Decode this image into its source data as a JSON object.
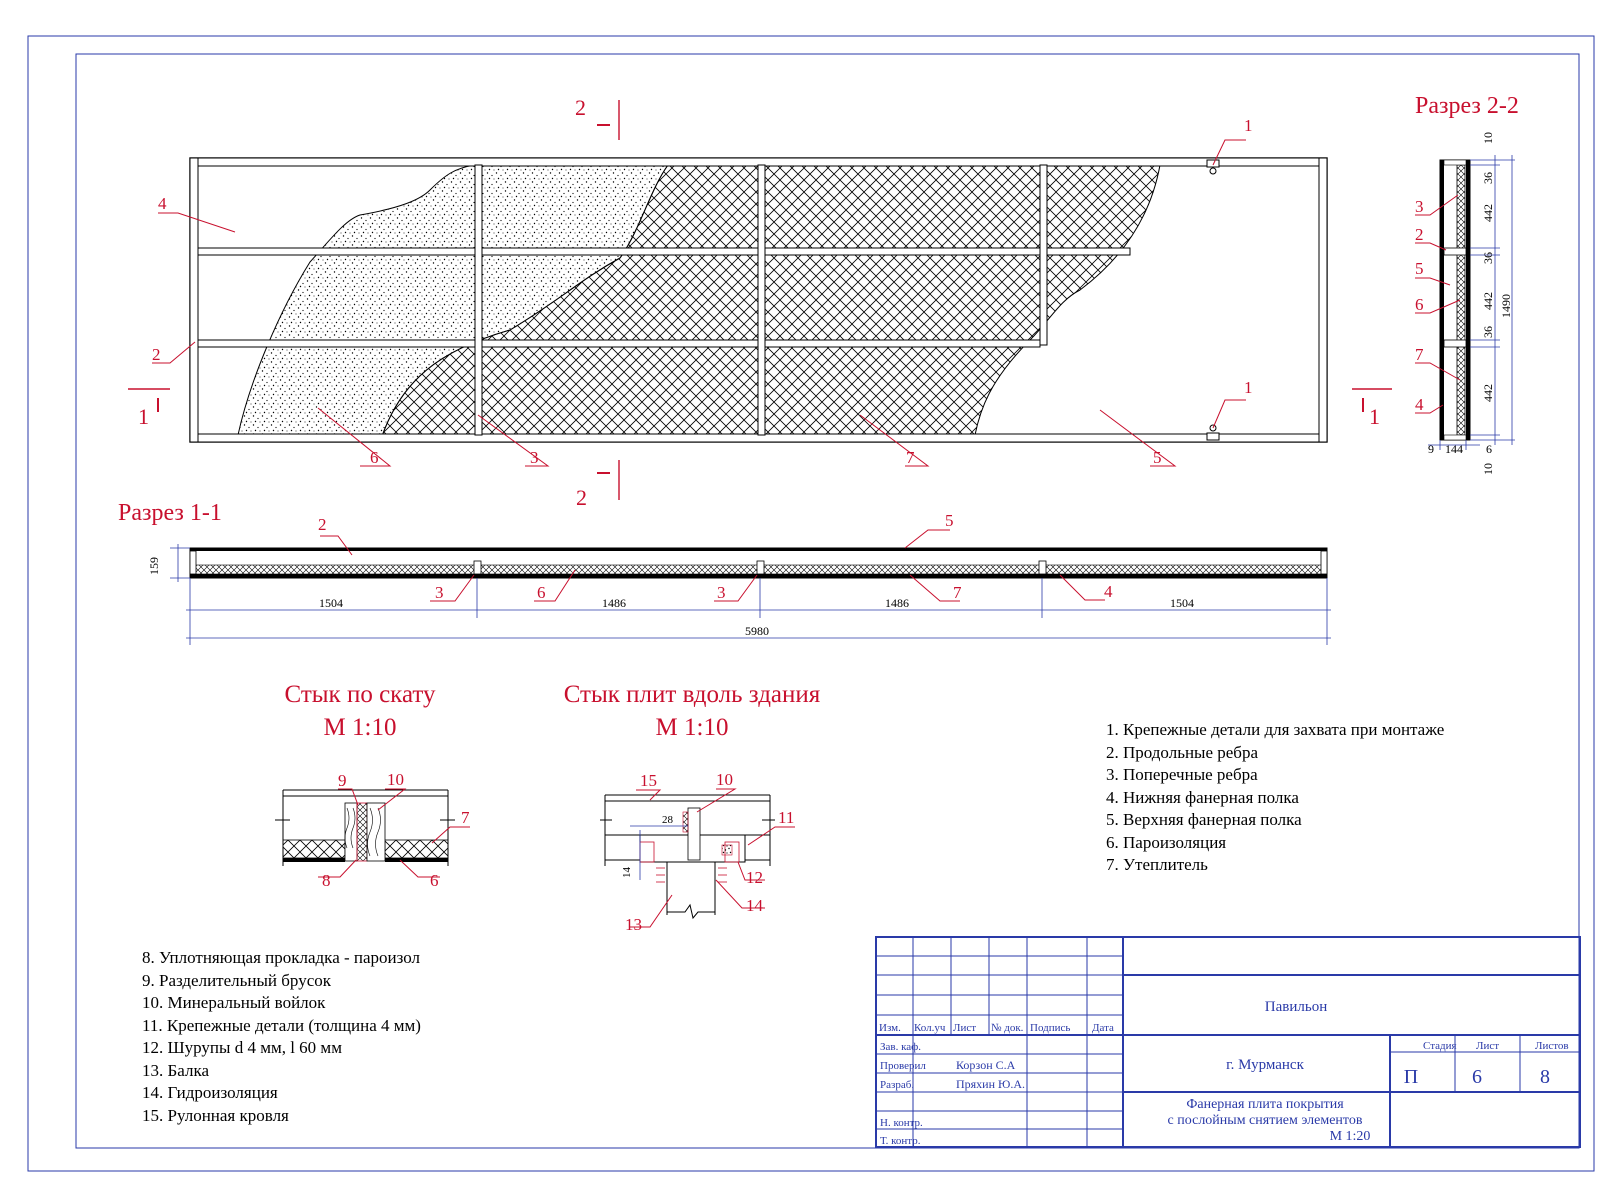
{
  "sections": {
    "section_1_1": "Разрез 1-1",
    "section_2_2": "Разрез 2-2",
    "cut_marks": {
      "one": "1",
      "two": "2"
    }
  },
  "joint_details": {
    "slope_title": "Стык по скату",
    "slope_scale": "М 1:10",
    "building_title": "Стык плит вдоль здания",
    "building_scale": "М 1:10"
  },
  "callouts": {
    "plan": [
      "4",
      "2",
      "6",
      "3",
      "7",
      "5",
      "1",
      "1"
    ],
    "section_1_1": [
      "2",
      "5",
      "3",
      "6",
      "3",
      "7",
      "4"
    ],
    "section_2_2": [
      "3",
      "2",
      "5",
      "6",
      "7",
      "4"
    ],
    "slope_joint": [
      "9",
      "10",
      "7",
      "8",
      "6"
    ],
    "building_joint": [
      "15",
      "10",
      "11",
      "12",
      "14",
      "13"
    ]
  },
  "dimensions": {
    "section_1_1": {
      "height": "159",
      "spans": [
        "1504",
        "1486",
        "1486",
        "1504"
      ],
      "total": "5980"
    },
    "section_2_2": {
      "right": [
        "10",
        "36",
        "442",
        "36",
        "442",
        "36",
        "442",
        "10"
      ],
      "total": "1490",
      "bottom": [
        "9",
        "144",
        "6"
      ]
    },
    "building_joint": {
      "a": "28",
      "b": "14"
    }
  },
  "legend_main": [
    "1. Крепежные детали для захвата при монтаже",
    "2. Продольные ребра",
    "3. Поперечные ребра",
    "4. Нижняя фанерная полка",
    "5. Верхняя фанерная полка",
    "6. Пароизоляция",
    "7. Утеплитель"
  ],
  "legend_joints": [
    "8.   Уплотняющая прокладка - пароизол",
    "9.   Разделительный брусок",
    "10. Минеральный войлок",
    "11. Крепежные детали (толщина 4 мм)",
    "12. Шурупы d   4 мм, l   60 мм",
    "13. Балка",
    "14. Гидроизоляция",
    "15. Рулонная кровля"
  ],
  "title_block": {
    "columns": [
      "Изм.",
      "Кол.уч",
      "Лист",
      "№ док.",
      "Подпись",
      "Дата"
    ],
    "roles": [
      "Зав. каф.",
      "Проверил",
      "Разраб.",
      "",
      "Н. контр.",
      "Т. контр."
    ],
    "names": [
      "",
      "Корзон С.А",
      "Пряхин Ю.А.",
      "",
      "",
      ""
    ],
    "project": "Павильон",
    "city": "г. Мурманск",
    "description_line1": "Фанерная плита покрытия",
    "description_line2": "с послойным снятием элементов",
    "description_scale": "М 1:20",
    "stage_header": "Стадия",
    "sheet_header": "Лист",
    "sheets_header": "Листов",
    "stage": "П",
    "sheet": "6",
    "sheets": "8"
  },
  "colors": {
    "ink": "#000000",
    "annotation": "#c8102e",
    "frame": "#2a3aa8"
  }
}
